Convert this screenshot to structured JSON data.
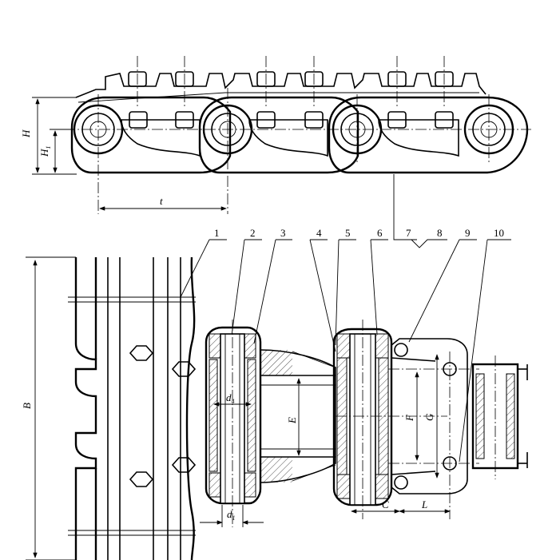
{
  "top_view": {
    "dimensions": {
      "H": "H",
      "H1": "H",
      "H1_sub": "1",
      "t": "t"
    }
  },
  "part_labels": [
    "1",
    "2",
    "3",
    "4",
    "5",
    "6",
    "7",
    "8",
    "9",
    "10"
  ],
  "bottom_view": {
    "dimensions": {
      "B": "B",
      "d4": "d",
      "d4_sub": "4",
      "d1": "d",
      "d1_sub": "1",
      "E": "E",
      "F": "F",
      "G": "G",
      "C": "C",
      "L": "L"
    }
  }
}
